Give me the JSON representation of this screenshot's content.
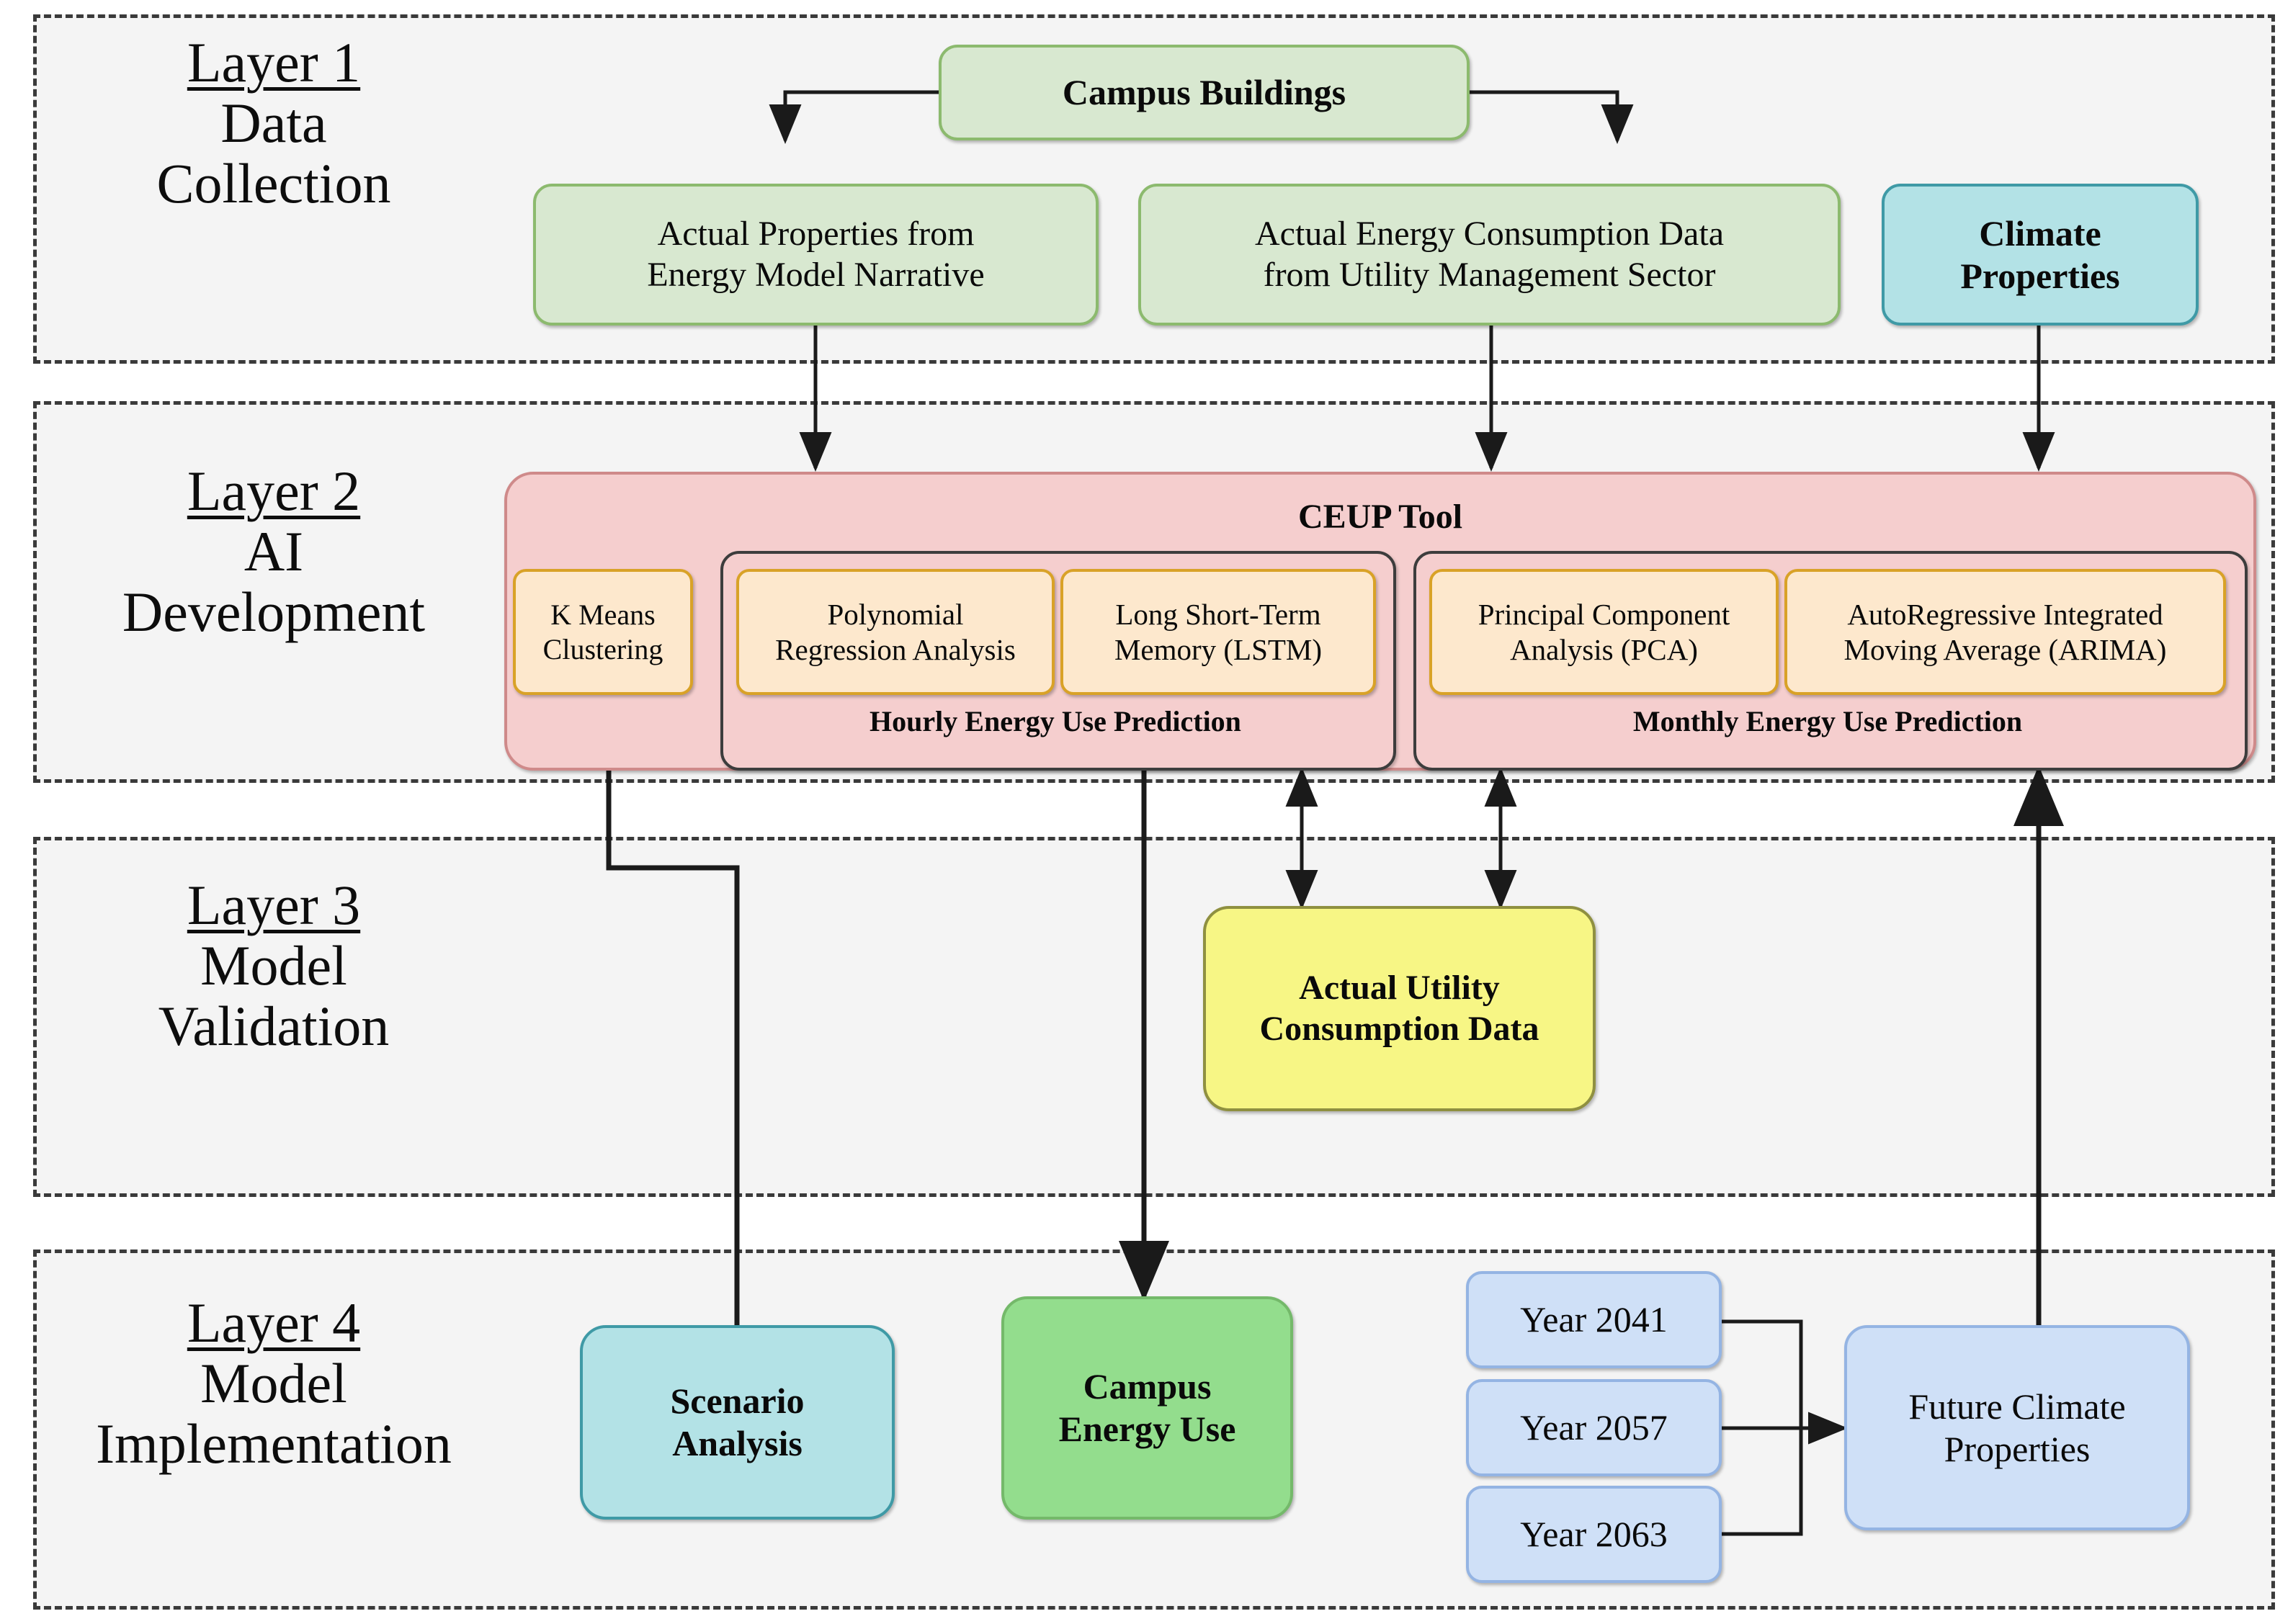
{
  "diagram": {
    "title": "CEUP Tool four-layer framework",
    "colors": {
      "panel_bg": "#f4f4f4",
      "panel_border": "#3a3a3a",
      "green_fill": "#d8e8d0",
      "green_border": "#8cba6e",
      "green_strong_fill": "#93dd8d",
      "cyan_fill": "#b3e2e6",
      "cyan_border": "#3f9aa6",
      "blue_fill": "#cfe0f7",
      "blue_border": "#94b4e3",
      "yellow_fill": "#f7f685",
      "yellow_border": "#8f9040",
      "pink_fill": "#f5cece",
      "pink_border": "#cf8a8a",
      "orange_fill": "#fde8cd",
      "orange_border": "#d9a227",
      "arrow": "#1a1a1a"
    }
  },
  "layers": [
    {
      "id": "layer1",
      "number": "Layer 1",
      "word1": "Data",
      "word2": "Collection"
    },
    {
      "id": "layer2",
      "number": "Layer 2",
      "word1": "AI",
      "word2": "Development"
    },
    {
      "id": "layer3",
      "number": "Layer 3",
      "word1": "Model",
      "word2": "Validation"
    },
    {
      "id": "layer4",
      "number": "Layer 4",
      "word1": "Model",
      "word2": "Implementation"
    }
  ],
  "layer1": {
    "campus_buildings": "Campus Buildings",
    "actual_properties": "Actual Properties from Energy Model Narrative",
    "actual_properties_l1": "Actual Properties from",
    "actual_properties_l2": "Energy Model Narrative",
    "actual_energy": "Actual Energy Consumption Data from Utility Management Sector",
    "actual_energy_l1": "Actual Energy Consumption Data",
    "actual_energy_l2": "from Utility Management Sector",
    "climate_properties_l1": "Climate",
    "climate_properties_l2": "Properties"
  },
  "layer2": {
    "ceup_tool": "CEUP Tool",
    "kmeans_l1": "K Means",
    "kmeans_l2": "Clustering",
    "hourly": {
      "caption": "Hourly Energy Use Prediction",
      "models": [
        {
          "line1": "Polynomial",
          "line2": "Regression Analysis"
        },
        {
          "line1": "Long Short-Term",
          "line2": "Memory (LSTM)"
        }
      ]
    },
    "monthly": {
      "caption": "Monthly Energy Use Prediction",
      "models": [
        {
          "line1": "Principal Component",
          "line2": "Analysis (PCA)"
        },
        {
          "line1": "AutoRegressive Integrated",
          "line2": "Moving Average (ARIMA)"
        }
      ]
    }
  },
  "layer3": {
    "actual_utility_l1": "Actual Utility",
    "actual_utility_l2": "Consumption Data"
  },
  "layer4": {
    "scenario_l1": "Scenario",
    "scenario_l2": "Analysis",
    "campus_energy_l1": "Campus",
    "campus_energy_l2": "Energy Use",
    "years": [
      "Year 2041",
      "Year 2057",
      "Year 2063"
    ],
    "future_climate_l1": "Future Climate",
    "future_climate_l2": "Properties"
  }
}
